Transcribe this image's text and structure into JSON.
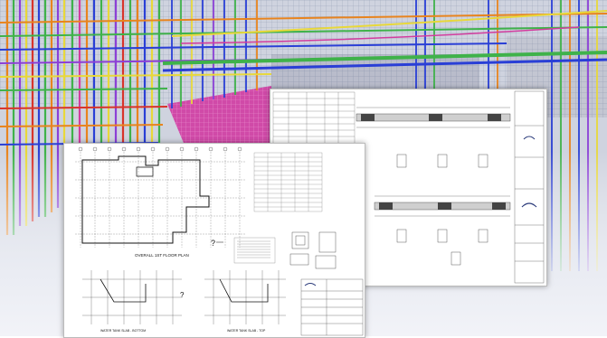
{
  "colors": {
    "rebar_orange": "#e8841e",
    "rebar_green": "#3fb24a",
    "rebar_blue": "#2a3fd6",
    "rebar_purple": "#8c3fd6",
    "rebar_yellow": "#e8d83a",
    "rebar_magenta": "#d23c9e",
    "rebar_red": "#d8342c",
    "slab_pink": "#d63fae",
    "sky": "#d9dcea"
  },
  "back_sheet": {
    "title_block_company": "",
    "title_block_project": "",
    "section_labels": []
  },
  "front_sheet": {
    "plan_title": "OVERALL 1ST FLOOR PLAN",
    "bottom_left_title": "WATER TANK SLAB - BOTTOM",
    "bottom_mid_title": "WATER TANK SLAB - TOP",
    "title_block_company": ""
  }
}
